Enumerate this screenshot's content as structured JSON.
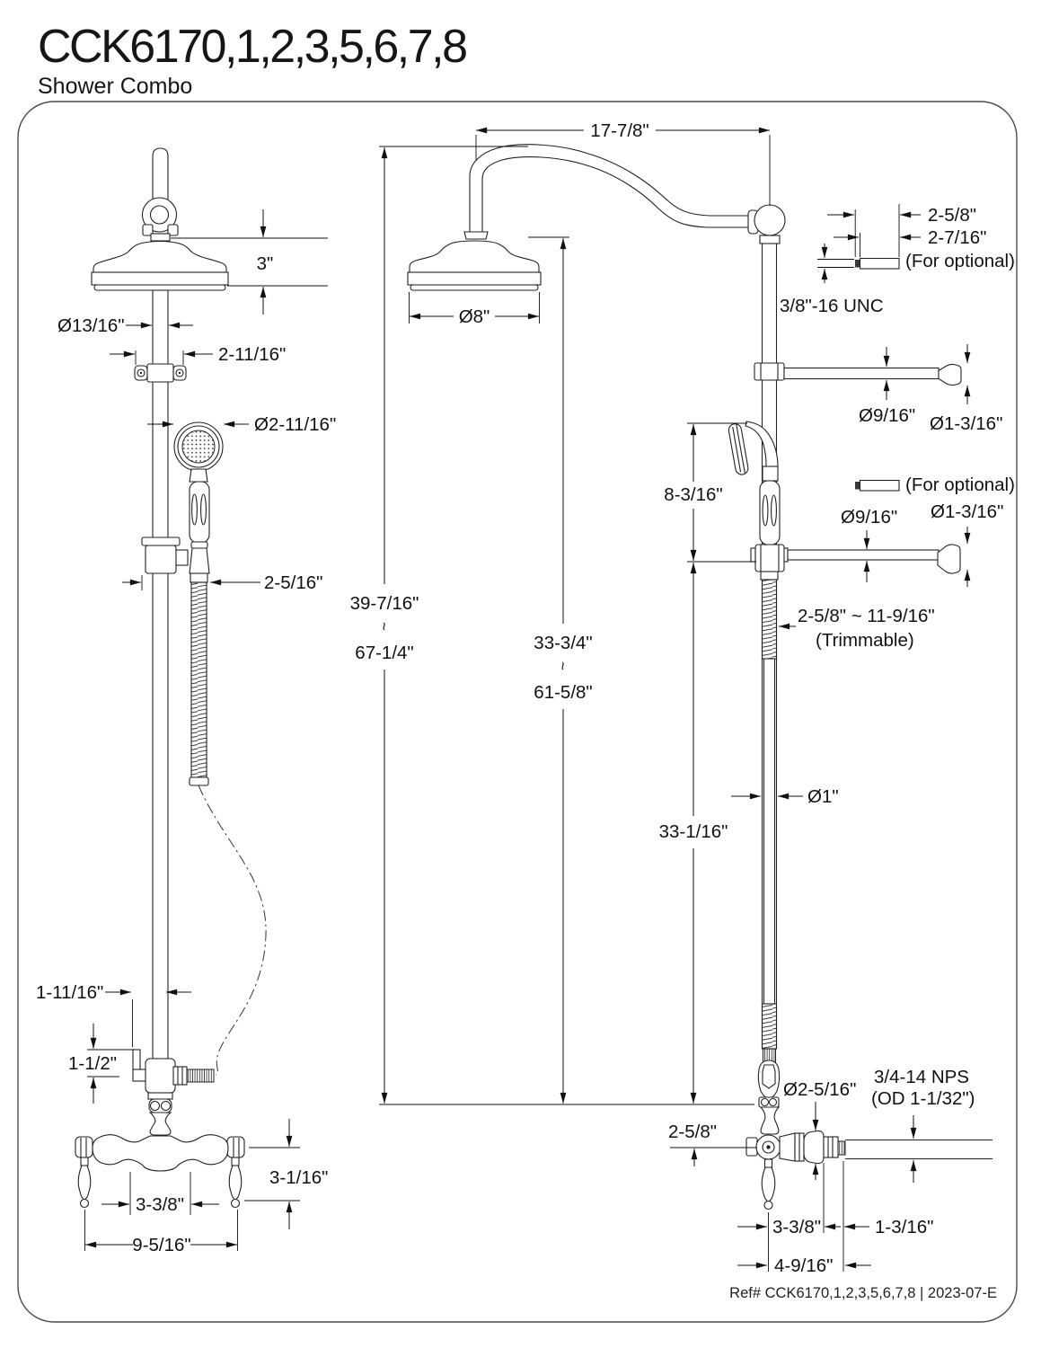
{
  "header": {
    "title": "CCK6170,1,2,3,5,6,7,8",
    "subtitle": "Shower Combo"
  },
  "footer": {
    "ref_text": "Ref# CCK6170,1,2,3,5,6,7,8 | 2023-07-E"
  },
  "front_view": {
    "head_height": "3\"",
    "pipe_diameter": "Ø13/16\"",
    "bracket_width": "2-11/16\"",
    "handshower_diameter": "Ø2-11/16\"",
    "cradle_width": "2-5/16\"",
    "valve_offset": "1-11/16\"",
    "port_height": "1-1/2\"",
    "handle_drop": "3-1/16\"",
    "inlet_spacing": "3-3/8\"",
    "handle_spacing": "9-5/16\""
  },
  "side_view": {
    "arm_reach": "17-7/8\"",
    "head_diameter": "Ø8\"",
    "nipple_length_full": "2-5/8\"",
    "nipple_length_body": "2-7/16\"",
    "optional_note_top": "(For optional)",
    "nipple_thread": "3/8\"-16 UNC",
    "bar_diameter_top": "Ø9/16\"",
    "bar_end_diameter_top": "Ø1-3/16\"",
    "handshower_height": "8-3/16\"",
    "optional_note_mid": "(For optional)",
    "bar_diameter_mid": "Ø9/16\"",
    "bar_end_diameter_mid": "Ø1-3/16\"",
    "hose_range": "2-5/8\" ~ 11-9/16\"",
    "hose_note": "(Trimmable)",
    "overall_height_min": "39-7/16\"",
    "tilde": "~",
    "overall_height_max": "67-1/4\"",
    "inner_height_min": "33-3/4\"",
    "inner_height_max": "61-5/8\"",
    "lower_height": "33-1/16\"",
    "riser_diameter": "Ø1\"",
    "escutcheon_diameter": "Ø2-5/16\"",
    "outlet_thread_line1": "3/4-14 NPS",
    "outlet_thread_line2": "(OD 1-1/32\")",
    "outlet_drop": "2-5/8\"",
    "valve_to_wall": "3-3/8\"",
    "thread_length": "1-3/16\"",
    "valve_depth": "4-9/16\""
  }
}
